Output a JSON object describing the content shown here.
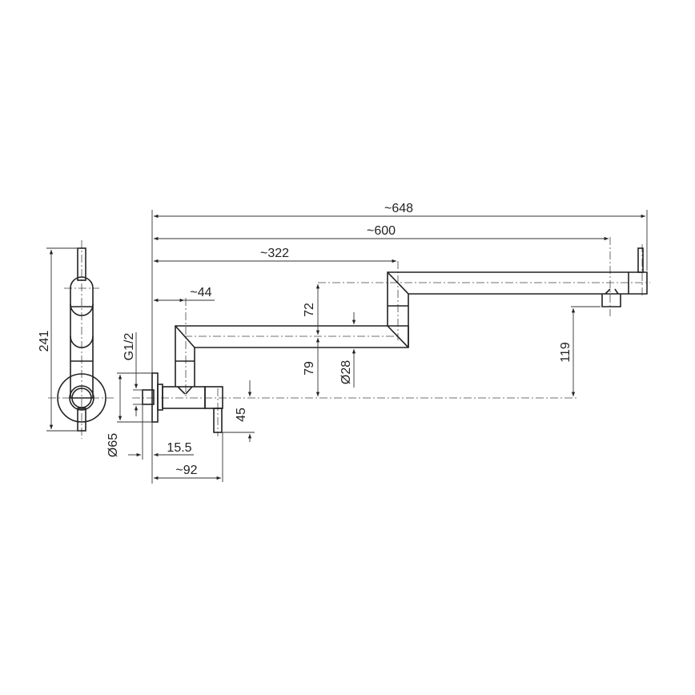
{
  "dimensions": {
    "overall_reach": "~648",
    "spout_reach": "~600",
    "first_arm": "~322",
    "wall_to_pivot": "~44",
    "upper_rise": "72",
    "lower_rise": "79",
    "pipe_diameter": "Ø28",
    "spout_height": "119",
    "handle_drop": "45",
    "flange_diameter": "Ø65",
    "thread": "G1/2",
    "flange_depth": "15.5",
    "body_depth": "~92",
    "total_height": "241"
  }
}
